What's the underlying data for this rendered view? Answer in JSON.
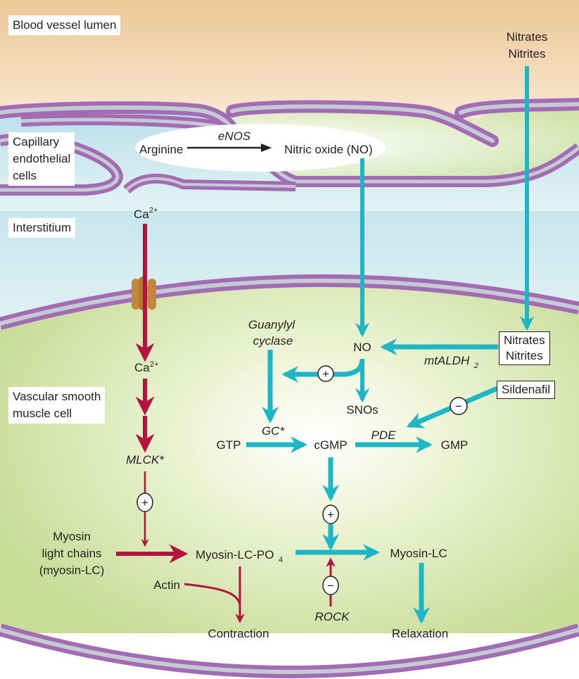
{
  "regions": {
    "lumen": "Blood vessel lumen",
    "endothelial": [
      "Capillary",
      "endothelial",
      "cells"
    ],
    "interstitium": "Interstitium",
    "smooth_muscle": [
      "Vascular smooth",
      "muscle cell"
    ]
  },
  "endothelial_reaction": {
    "substrate": "Arginine",
    "enzyme": "eNOS",
    "product": "Nitric oxide (NO)"
  },
  "external_input": [
    "Nitrates",
    "Nitrites"
  ],
  "nodes": {
    "ca_out": "Ca",
    "ca_in": "Ca",
    "ca_charge": "2+",
    "mlck": "MLCK*",
    "myosin_lc_source": [
      "Myosin",
      "light chains",
      "(myosin-LC)"
    ],
    "myosin_lc_po4": "Myosin-LC-PO",
    "po4_sub": "4",
    "actin": "Actin",
    "contraction": "Contraction",
    "guanylyl_cyclase": [
      "Guanylyl",
      "cyclase"
    ],
    "no": "NO",
    "snos": "SNOs",
    "gc_active": "GC*",
    "gtp": "GTP",
    "cgmp": "cGMP",
    "pde": "PDE",
    "gmp": "GMP",
    "mtaldh": "mtALDH",
    "mtaldh_sub": "2",
    "nitrates_box": [
      "Nitrates",
      "Nitrites"
    ],
    "sildenafil": "Sildenafil",
    "myosin_lc": "Myosin-LC",
    "rock": "ROCK",
    "relaxation": "Relaxation"
  },
  "modifiers": {
    "plus": "+",
    "minus": "−"
  },
  "colors": {
    "nitric_pathway": "#1eb5c4",
    "calcium_pathway": "#b3143f",
    "membrane_outer": "#a36bb4",
    "membrane_inner": "#c4cbd3",
    "lumen": "#efc999",
    "interstitium": "#c6e6ee",
    "cytoplasm": "#d2e2a6",
    "channel": "#c1883c"
  }
}
